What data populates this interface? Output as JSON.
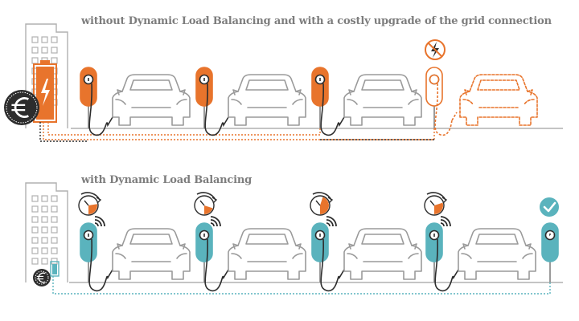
{
  "titles": {
    "top": "without Dynamic Load Balancing and with a costly upgrade of the grid connection",
    "bottom": "with Dynamic Load Balancing"
  },
  "colors": {
    "orange": "#e8742c",
    "teal": "#5ab3bd",
    "gray_outline": "#9a9a9a",
    "dark": "#2d2d2d",
    "title_gray": "#7d7d7d"
  },
  "icons": {
    "currency": "euro-icon",
    "battery": "battery-bolt-icon",
    "prohibited": "no-charge-icon",
    "check": "check-icon",
    "load_gauge": "gauge-icon",
    "signal": "wireless-signal-icon"
  },
  "scenes": [
    {
      "id": "without-dlb",
      "chargers": [
        {
          "color": "orange",
          "state": "charging"
        },
        {
          "color": "orange",
          "state": "charging"
        },
        {
          "color": "orange",
          "state": "charging"
        },
        {
          "color": "outline",
          "state": "blocked"
        }
      ]
    },
    {
      "id": "with-dlb",
      "chargers": [
        {
          "color": "teal",
          "state": "balanced"
        },
        {
          "color": "teal",
          "state": "balanced"
        },
        {
          "color": "teal",
          "state": "balanced"
        },
        {
          "color": "teal",
          "state": "balanced"
        },
        {
          "color": "teal",
          "state": "available"
        }
      ]
    }
  ]
}
